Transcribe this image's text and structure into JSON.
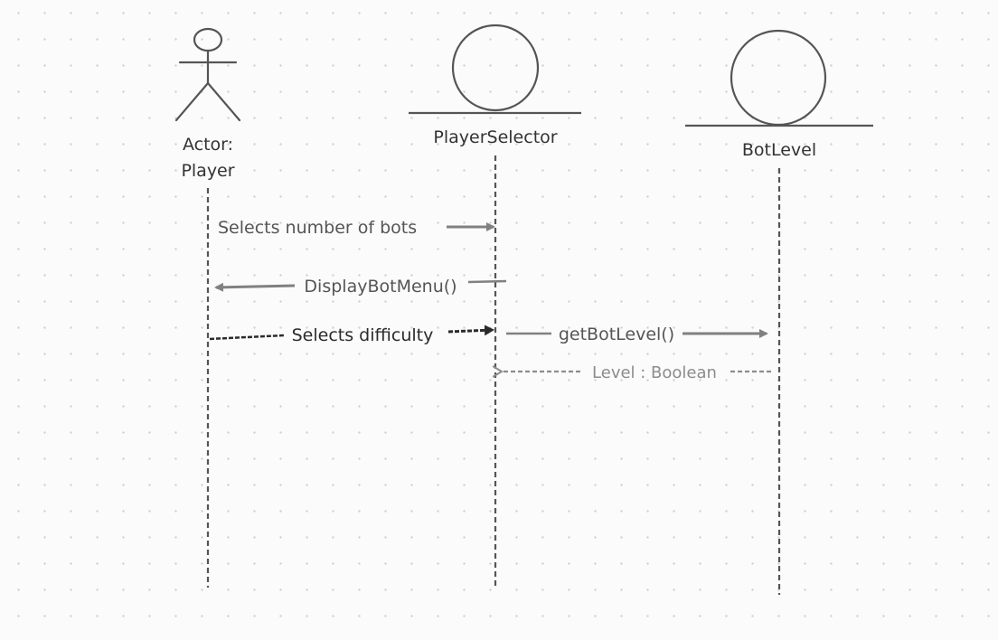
{
  "participants": {
    "actor": {
      "line1": "Actor:",
      "line2": "Player"
    },
    "player_selector": {
      "name": "PlayerSelector"
    },
    "bot_level": {
      "name": "BotLevel"
    }
  },
  "messages": {
    "select_bots": "Selects number of bots",
    "display_menu": "DisplayBotMenu()",
    "select_difficulty": "Selects difficulty",
    "get_bot_level": "getBotLevel()",
    "level_return": "Level : Boolean"
  },
  "colors": {
    "shape_stroke": "#555555",
    "text": "#333333",
    "message_arrow": "#808080",
    "dark_arrow": "#2b2b2b",
    "return_text": "#8c8c8c"
  }
}
